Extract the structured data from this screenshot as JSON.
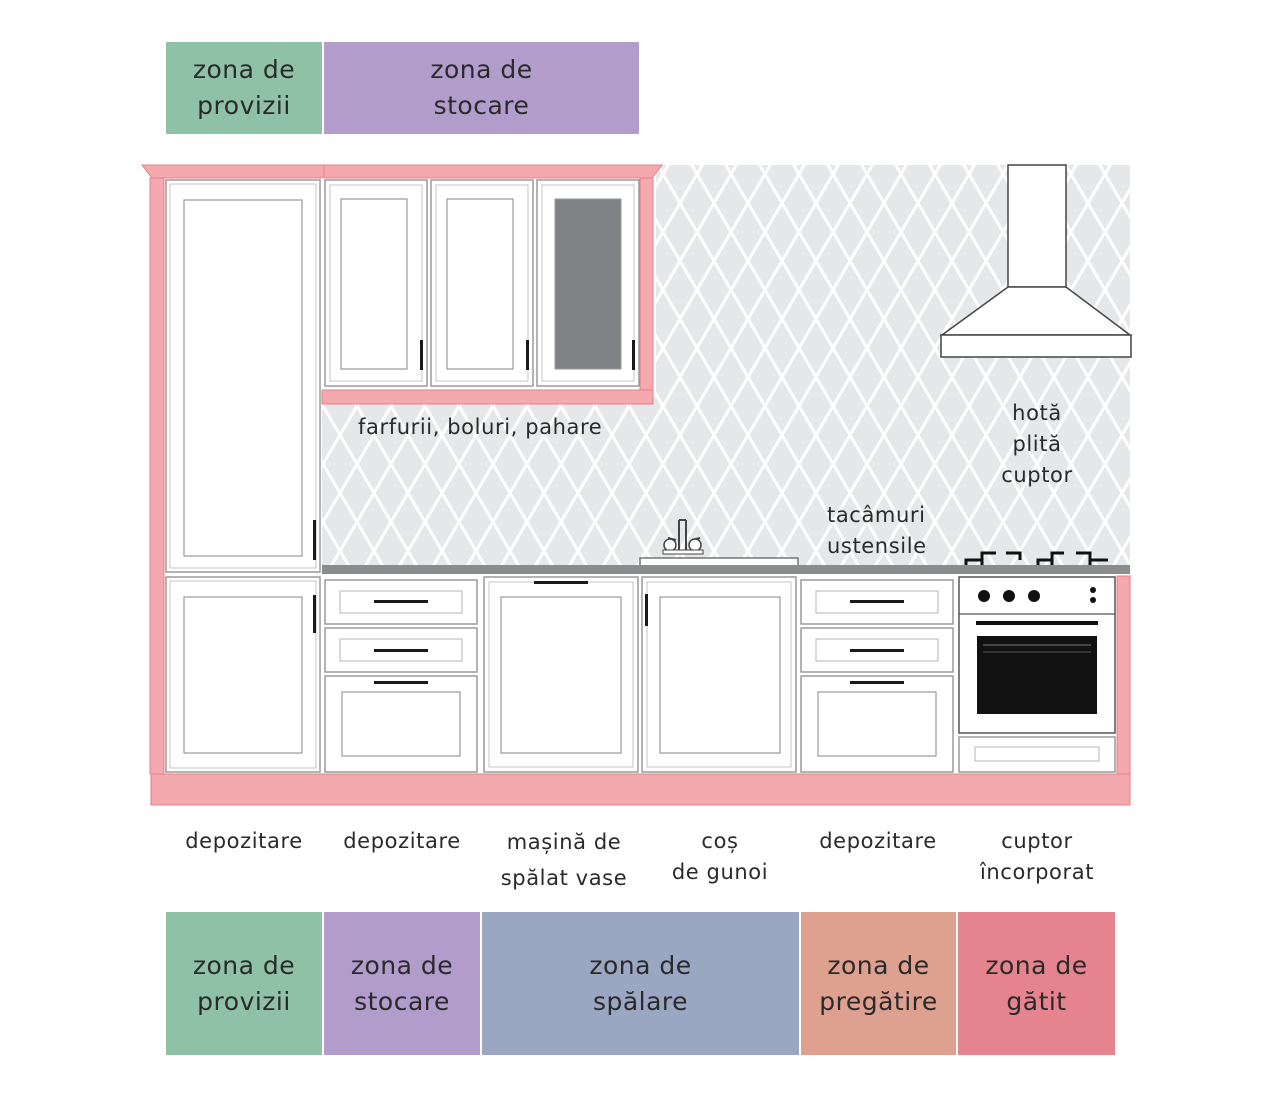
{
  "top_zones": [
    {
      "label": "zona de\nprovizii",
      "color": "#8fc1a6"
    },
    {
      "label": "zona de\nstocare",
      "color": "#b19ccb"
    }
  ],
  "bottom_zones": [
    {
      "label": "zona de\nprovizii",
      "color": "#8fc1a6"
    },
    {
      "label": "zona de\nstocare",
      "color": "#b19ccb"
    },
    {
      "label": "zona de\nspălare",
      "color": "#9ba6c3"
    },
    {
      "label": "zona de\npregătire",
      "color": "#dea08f"
    },
    {
      "label": "zona de\ngătit",
      "color": "#e5838e"
    }
  ],
  "labels": {
    "upper_cabinets": "farfurii, boluri, pahare",
    "cooking": "hotă\nplită\ncuptor",
    "prep": "tacâmuri\nustensile",
    "base": [
      "depozitare",
      "depozitare",
      "mașină de\nspălat vase",
      "coș\nde gunoi",
      "depozitare",
      "cuptor\nîncorporat"
    ]
  },
  "colors": {
    "carcass": "#f4a9ae",
    "carcass_stroke": "#e57f88",
    "countertop": "#8a8c90",
    "tile_bg": "#e6e7e8",
    "glass": "#808184",
    "oven_window": "#111111"
  }
}
